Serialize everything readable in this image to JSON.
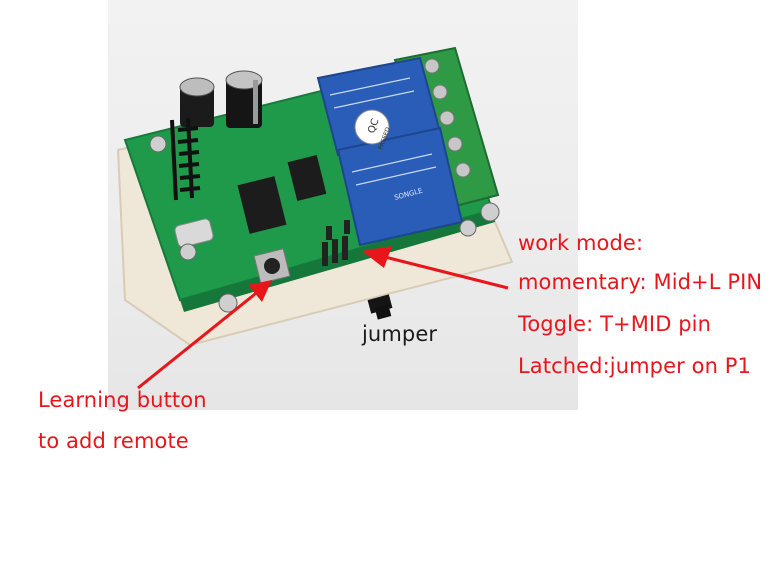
{
  "annotations": {
    "work_mode_title": "work mode:",
    "momentary": "momentary: Mid+L PIN",
    "toggle": "Toggle: T+MID pin",
    "latched": "Latched:jumper on P1",
    "jumper": "jumper",
    "learning_line1": "Learning button",
    "learning_line2": "to add remote"
  },
  "relay_labels": {
    "qc": "QC",
    "passed": "PASSED",
    "brand": "SONGLE"
  },
  "colors": {
    "annotation_red": "#e8151b",
    "pcb_green": "#1f9a4a",
    "relay_blue": "#2a5db8",
    "terminal_green": "#2f9a46",
    "base_beige": "#efe7d8"
  }
}
